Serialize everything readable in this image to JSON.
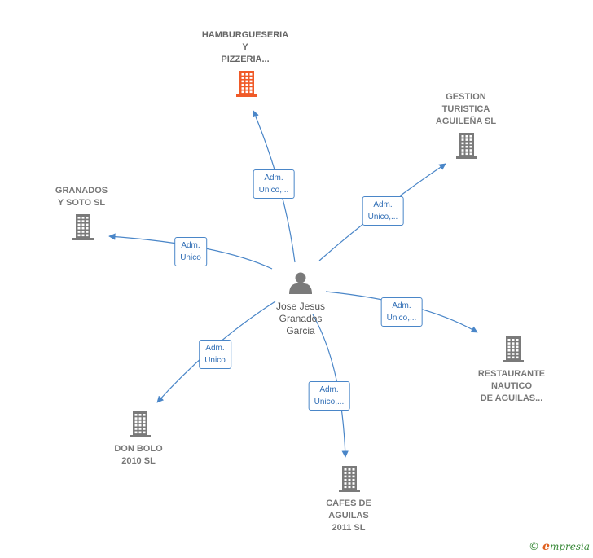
{
  "center": {
    "name": "Jose Jesus\nGranados\nGarcia"
  },
  "colors": {
    "edge": "#4a86c8",
    "building": "#7a7a7a",
    "highlight": "#f05a28"
  },
  "nodes": [
    {
      "id": "hamburgueseria",
      "label": "HAMBURGUESERIA\nY\nPIZZERIA...",
      "highlight": true
    },
    {
      "id": "gestion",
      "label": "GESTION\nTURISTICA\nAGUILEÑA  SL",
      "highlight": false
    },
    {
      "id": "granados",
      "label": "GRANADOS\nY SOTO SL",
      "highlight": false
    },
    {
      "id": "restaurante",
      "label": "RESTAURANTE\nNAUTICO\nDE AGUILAS...",
      "highlight": false
    },
    {
      "id": "donbolo",
      "label": "DON BOLO\n2010 SL",
      "highlight": false
    },
    {
      "id": "cafes",
      "label": "CAFES DE\nAGUILAS\n2011 SL",
      "highlight": false
    }
  ],
  "edges": [
    {
      "to": "hamburgueseria",
      "label": "Adm.\nUnico,..."
    },
    {
      "to": "gestion",
      "label": "Adm.\nUnico,..."
    },
    {
      "to": "granados",
      "label": "Adm.\nUnico"
    },
    {
      "to": "restaurante",
      "label": "Adm.\nUnico,..."
    },
    {
      "to": "donbolo",
      "label": "Adm.\nUnico"
    },
    {
      "to": "cafes",
      "label": "Adm.\nUnico,..."
    }
  ],
  "footer": {
    "copyright": "©",
    "brand_first": "e",
    "brand_rest": "mpresia"
  }
}
